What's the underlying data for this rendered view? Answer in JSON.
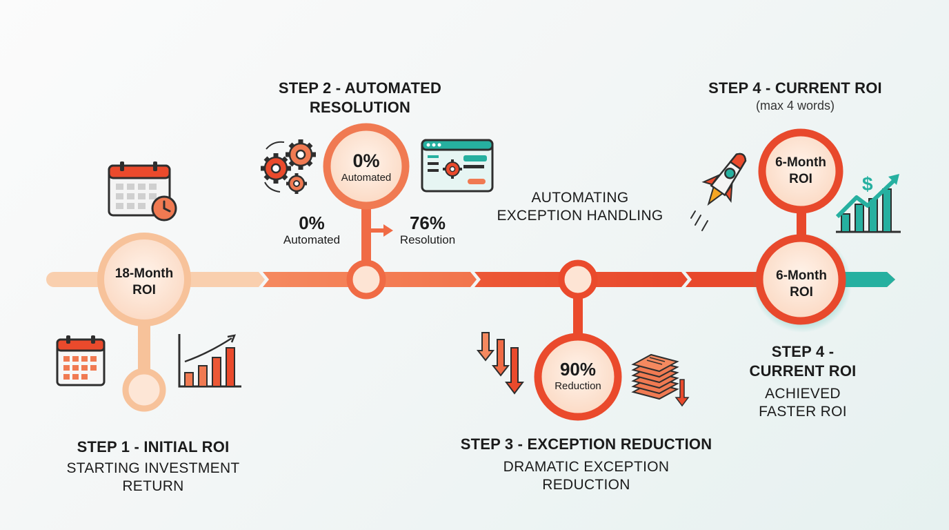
{
  "colors": {
    "step1": "#f7c29a",
    "step2": "#f06b45",
    "step3": "#ea4a2c",
    "step4": "#e8492c",
    "teal": "#26b0a0",
    "node_fill": "#fde4d4"
  },
  "step1": {
    "circle_label": "18-Month ROI",
    "circle_line1": "18-Month",
    "circle_line2": "ROI",
    "title": "STEP 1 - INITIAL ROI",
    "desc_line1": "STARTING INVESTMENT",
    "desc_line2": "RETURN",
    "icons": [
      "calendar-clock-icon",
      "calendar-icon",
      "bar-chart-growth-icon"
    ]
  },
  "step2": {
    "title_line1": "STEP 2 - AUTOMATED",
    "title_line2": "RESOLUTION",
    "circle_value": "0%",
    "circle_label": "Automated",
    "left_value": "0%",
    "left_label": "Automated",
    "right_value": "76%",
    "right_label": "Resolution",
    "icons": [
      "gears-icon",
      "dashboard-window-icon",
      "arrow-right-icon"
    ]
  },
  "step3": {
    "top_line1": "AUTOMATING",
    "top_line2": "EXCEPTION HANDLING",
    "circle_value": "90%",
    "circle_label": "Reduction",
    "title": "STEP 3 - EXCEPTION REDUCTION",
    "desc_line1": "DRAMATIC EXCEPTION",
    "desc_line2": "REDUCTION",
    "icons": [
      "down-arrows-icon",
      "paper-stack-icon"
    ]
  },
  "step4": {
    "top_title": "STEP 4 - CURRENT ROI",
    "top_note": "(max 4 words)",
    "upper_line1": "6-Month",
    "upper_line2": "ROI",
    "lower_line1": "6-Month",
    "lower_line2": "ROI",
    "title_line1": "STEP 4 -",
    "title_line2": "CURRENT ROI",
    "desc_line1": "ACHIEVED",
    "desc_line2": "FASTER ROI",
    "icons": [
      "rocket-icon",
      "dollar-growth-chart-icon"
    ]
  }
}
